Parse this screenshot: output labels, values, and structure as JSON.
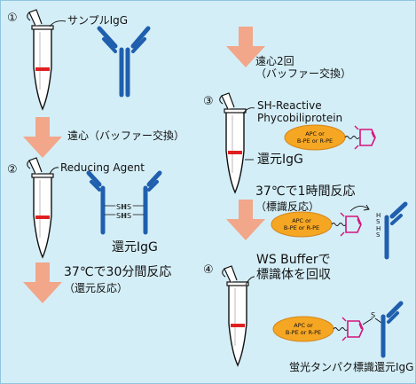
{
  "colors": {
    "background": "#d4eef7",
    "arrow": "#f2a68a",
    "antibody": "#1f5fae",
    "dye": "#f5a623",
    "maleimide": "#d4147b",
    "tube_band": "#e02020"
  },
  "steps": {
    "s1": {
      "number": "①",
      "label": "サンプルIgG"
    },
    "arrow1": {
      "label": "遠心（バッファー交換）"
    },
    "s2": {
      "number": "②",
      "label": "Reducing Agent",
      "result": "還元IgG",
      "sh1": "SH",
      "sh2": "SH",
      "hs1": "HS",
      "hs2": "HS"
    },
    "arrow2": {
      "line1": "37℃で30分間反応",
      "line2": "（還元反応）"
    },
    "arrow3": {
      "line1": "遠心2回",
      "line2": "（バッファー交換）"
    },
    "s3": {
      "number": "③",
      "line1": "SH-Reactive",
      "line2": "Phycobiliprotein",
      "result": "還元IgG"
    },
    "arrow4": {
      "line1": "37℃で1時間反応",
      "line2": "（標識反応）"
    },
    "s4": {
      "number": "④",
      "line1": "WS Bufferで",
      "line2": "標識体を回収",
      "result": "蛍光タンパク標識還元IgG"
    }
  },
  "dye": {
    "line1": "APC or",
    "line2": "B-PE or R-PE"
  },
  "hs_small": {
    "a": "H",
    "b": "S",
    "c": "H",
    "d": "S"
  },
  "s_link": "S"
}
